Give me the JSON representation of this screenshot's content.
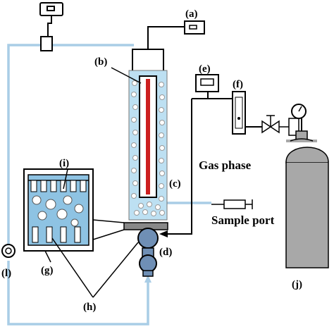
{
  "labels": {
    "a": "(a)",
    "b": "(b)",
    "c": "(c)",
    "d": "(d)",
    "e": "(e)",
    "f": "(f)",
    "g": "(g)",
    "h": "(h)",
    "i": "(i)",
    "j": "(j)",
    "l": "(l)"
  },
  "text": {
    "gas_phase": "Gas phase",
    "sample_port": "Sample port"
  },
  "colors": {
    "liquid_loop": "#a9cde6",
    "gas_line": "#000000",
    "column_fill": "#bde0f2",
    "heater_core": "#cc1f1f",
    "bubble_fill": "#ffffff",
    "cylinder": "#a8a8a8",
    "valve_body": "#6f8fb5"
  }
}
